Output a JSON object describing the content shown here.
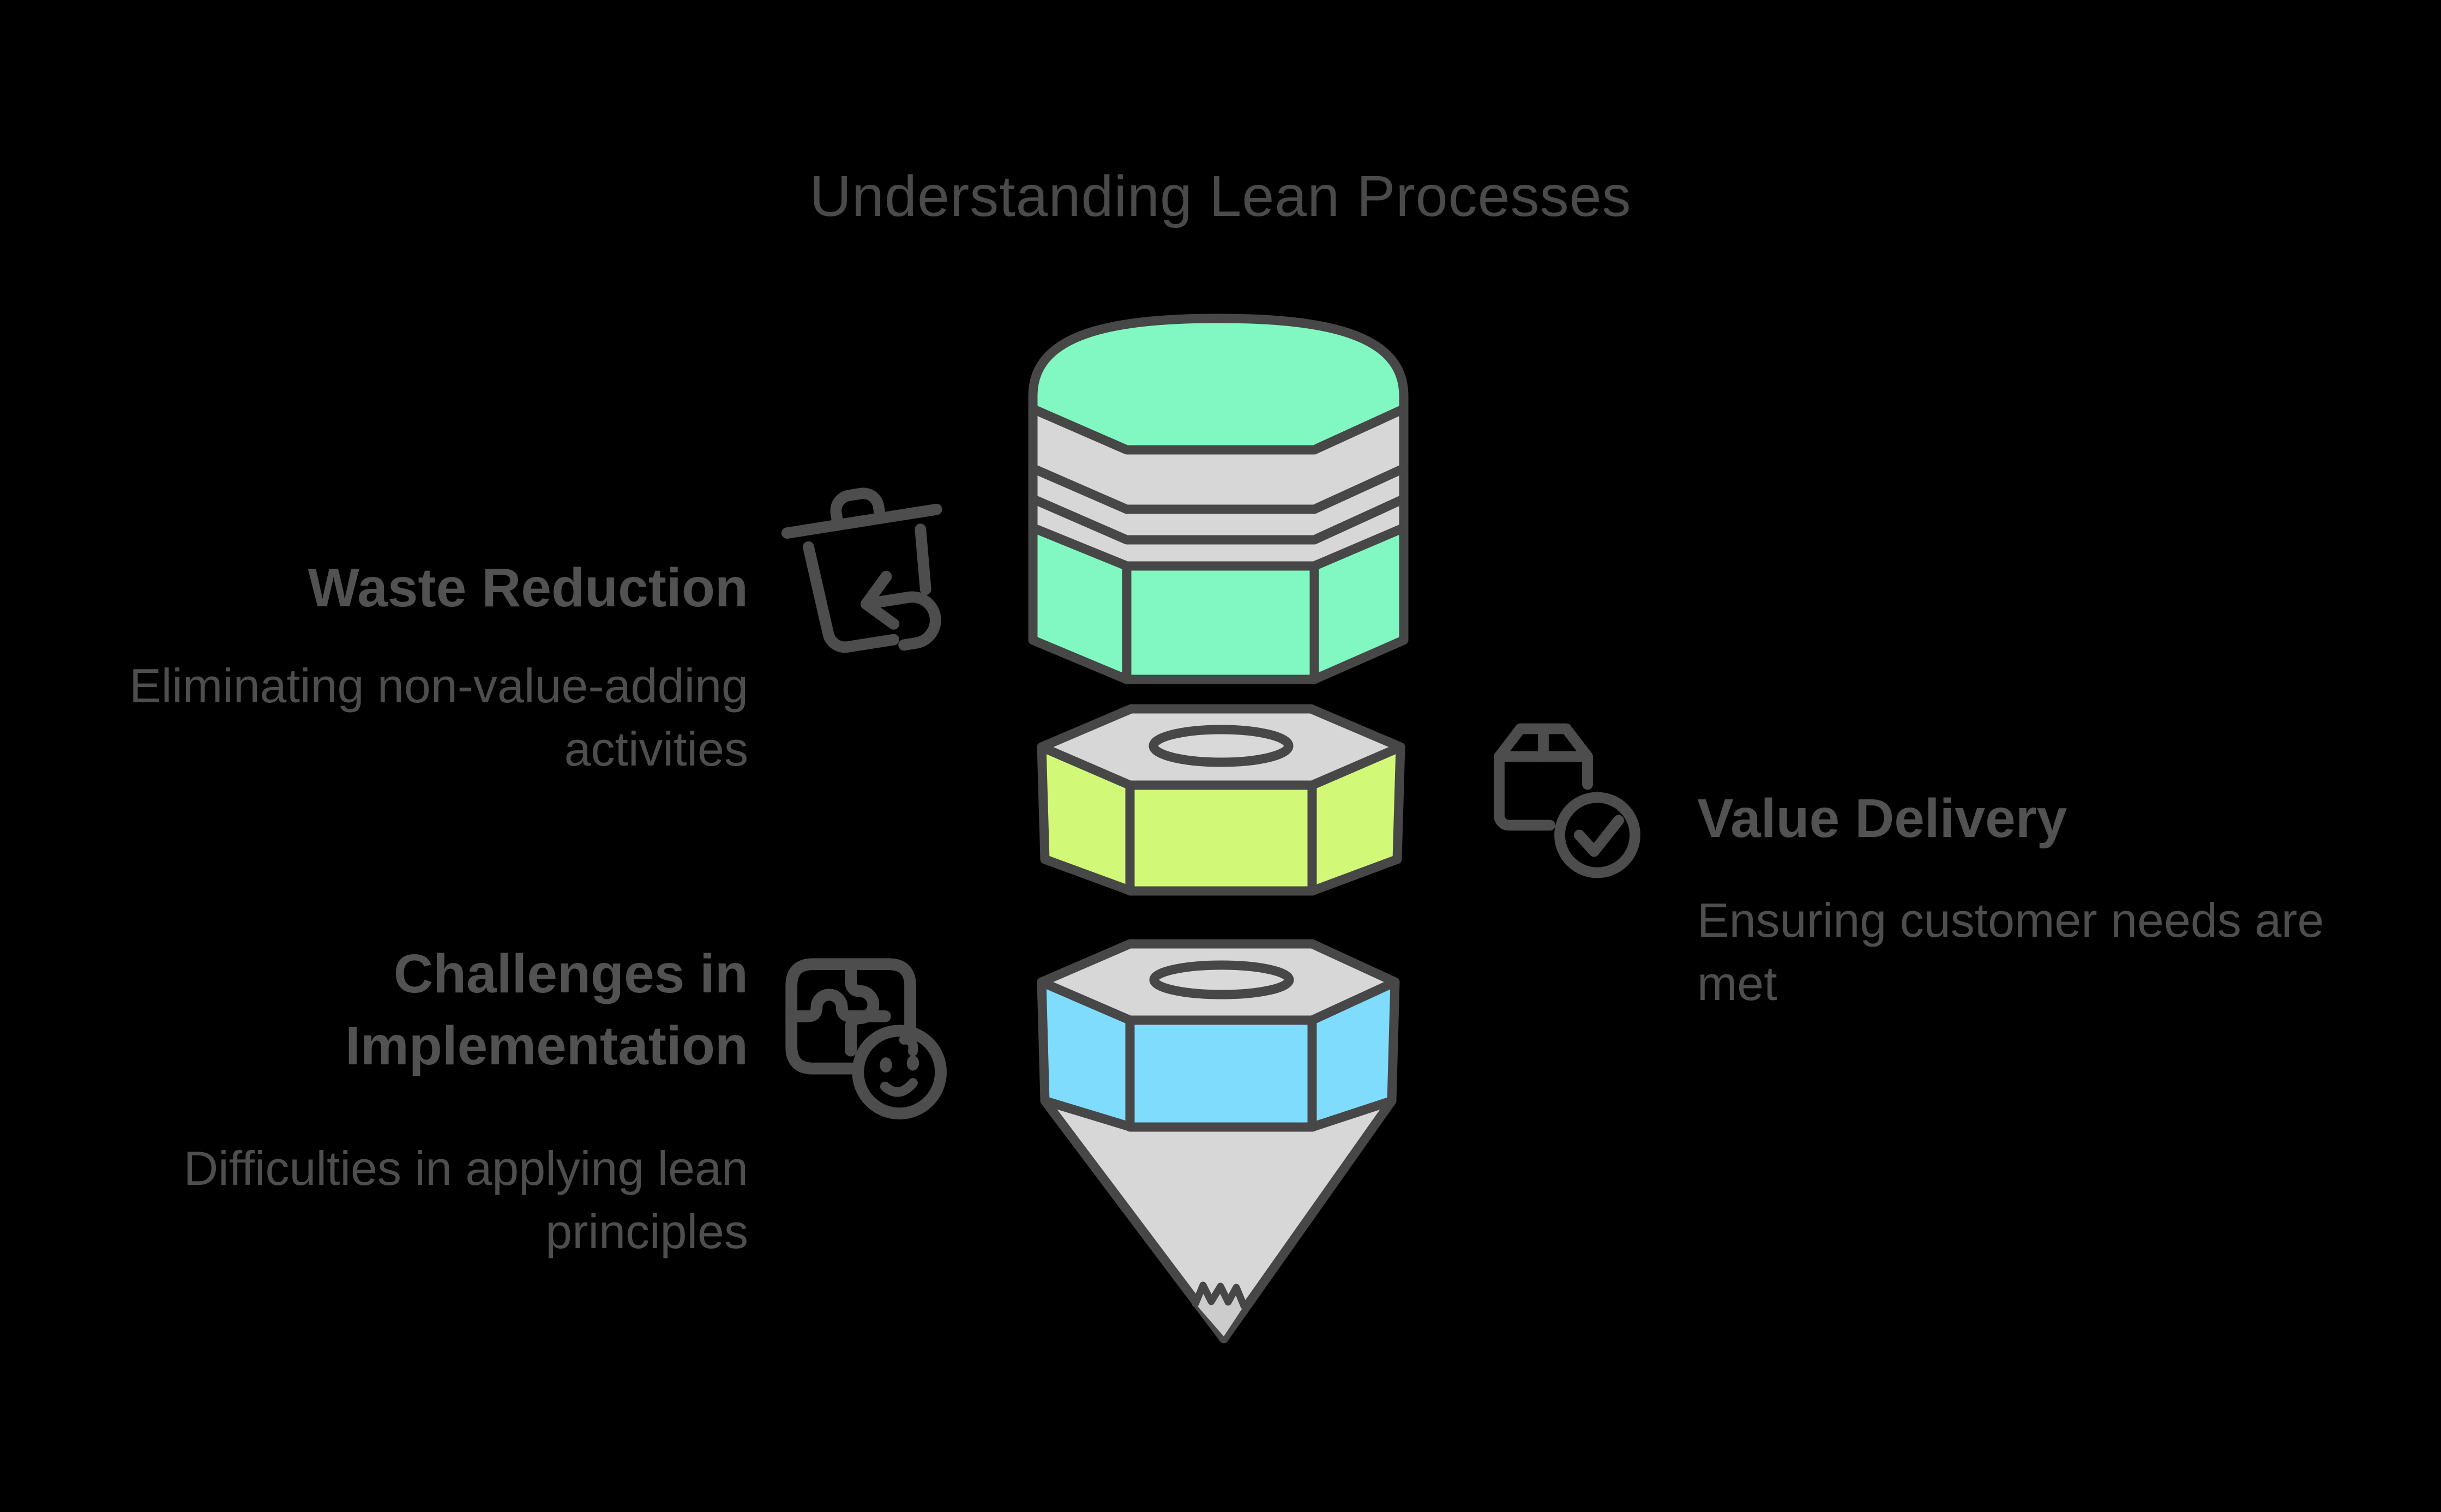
{
  "title": "Understanding Lean Processes",
  "sections": [
    {
      "id": "waste-reduction",
      "heading": "Waste Reduction",
      "description": "Eliminating non-value-adding activities",
      "icon": "trash-restore-icon",
      "side": "left"
    },
    {
      "id": "value-delivery",
      "heading": "Value Delivery",
      "description": "Ensuring customer needs are met",
      "icon": "package-check-icon",
      "side": "right"
    },
    {
      "id": "challenges-in-implementation",
      "heading": "Challenges in Implementation",
      "description": "Difficulties in applying lean principles",
      "icon": "puzzle-smiley-icon",
      "side": "left"
    }
  ],
  "pencil": {
    "segments": [
      {
        "name": "eraser-cap",
        "color": "#81f8c1"
      },
      {
        "name": "ferrule",
        "color": "#d7d7d7"
      },
      {
        "name": "upper-body",
        "color": "#81f8c1"
      },
      {
        "name": "middle-nut",
        "color": "#d2f878"
      },
      {
        "name": "lower-nut",
        "color": "#7fdcfc"
      },
      {
        "name": "tip-cone",
        "color": "#d7d7d7"
      }
    ]
  },
  "colors": {
    "background": "#000000",
    "outline": "#474747",
    "icon": "#4d4d4d",
    "title_text": "#4a4a4a",
    "heading_text": "#525252",
    "description_text": "#4e4e4e",
    "metal_gray": "#d7d7d7",
    "tip_shade": "#cccccc",
    "hole_gray": "#d9d9d9"
  }
}
